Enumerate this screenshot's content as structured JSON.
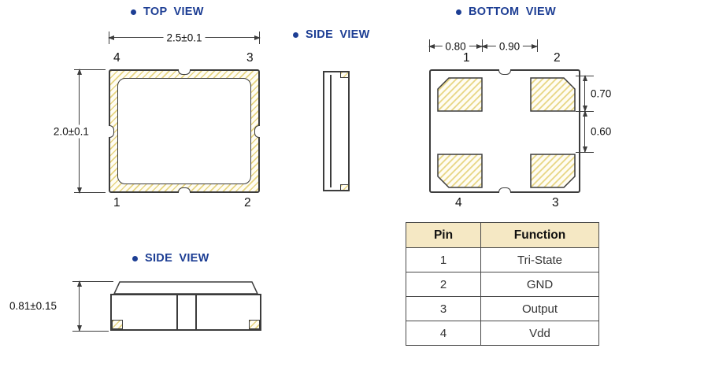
{
  "colors": {
    "accent_blue": "#1d3e94",
    "line_dark": "#3c3c3c",
    "hatch_yellow": "#e7d582",
    "table_header_bg": "#f5e8c4",
    "background": "#ffffff"
  },
  "icons": {
    "bullet": "●"
  },
  "views": {
    "top_view": {
      "label": "TOP VIEW",
      "dim_width": "2.5±0.1",
      "dim_height": "2.0±0.1",
      "pin_top_left": "4",
      "pin_top_right": "3",
      "pin_bottom_left": "1",
      "pin_bottom_right": "2"
    },
    "side_view_top": {
      "label": "SIDE VIEW"
    },
    "bottom_view": {
      "label": "BOTTOM VIEW",
      "dim_left_pad": "0.80",
      "dim_right_pad": "0.90",
      "dim_pad_height": "0.70",
      "dim_pad_gap": "0.60",
      "pin_top_left": "1",
      "pin_top_right": "2",
      "pin_bottom_left": "4",
      "pin_bottom_right": "3"
    },
    "side_view_bottom": {
      "label": "SIDE VIEW",
      "dim_height": "0.81±0.15"
    }
  },
  "pin_table": {
    "headers": [
      "Pin",
      "Function"
    ],
    "rows": [
      {
        "pin": "1",
        "function": "Tri-State"
      },
      {
        "pin": "2",
        "function": "GND"
      },
      {
        "pin": "3",
        "function": "Output"
      },
      {
        "pin": "4",
        "function": "Vdd"
      }
    ]
  }
}
